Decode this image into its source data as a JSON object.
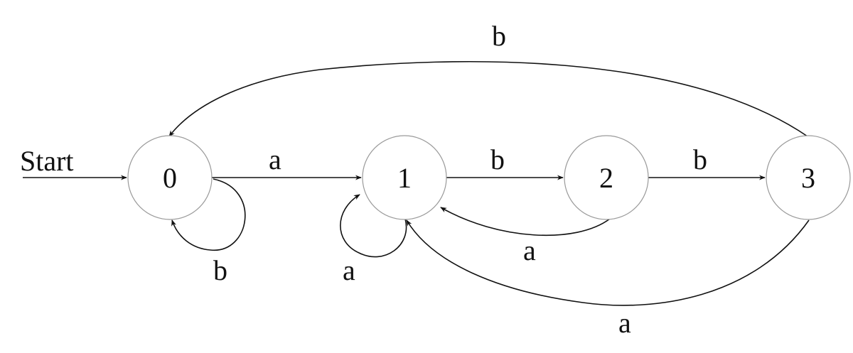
{
  "start_label": "Start",
  "states": [
    {
      "id": "0",
      "label": "0"
    },
    {
      "id": "1",
      "label": "1"
    },
    {
      "id": "2",
      "label": "2"
    },
    {
      "id": "3",
      "label": "3"
    }
  ],
  "transitions": [
    {
      "from": "0",
      "to": "1",
      "label": "a"
    },
    {
      "from": "0",
      "to": "0",
      "label": "b"
    },
    {
      "from": "1",
      "to": "1",
      "label": "a"
    },
    {
      "from": "1",
      "to": "2",
      "label": "b"
    },
    {
      "from": "2",
      "to": "1",
      "label": "a"
    },
    {
      "from": "2",
      "to": "3",
      "label": "b"
    },
    {
      "from": "3",
      "to": "1",
      "label": "a"
    },
    {
      "from": "3",
      "to": "0",
      "label": "b"
    }
  ]
}
